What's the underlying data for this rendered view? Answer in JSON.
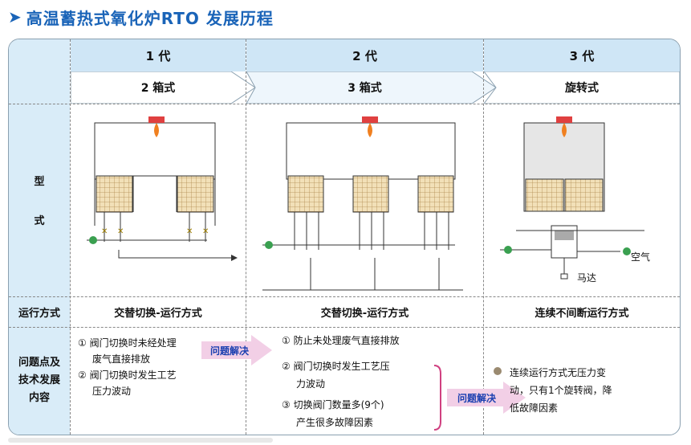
{
  "header": {
    "title": "高温蓄热式氧化炉RTO 发展历程"
  },
  "generations": [
    {
      "gen": "1 代",
      "type": "2 箱式",
      "operation": "交替切换-运行方式"
    },
    {
      "gen": "2 代",
      "type": "3 箱式",
      "operation": "交替切换-运行方式"
    },
    {
      "gen": "3 代",
      "type": "旋转式",
      "operation": "连续不间断运行方式"
    }
  ],
  "row_labels": {
    "type_1": "型",
    "type_2": "式",
    "operation": "运行方式",
    "problems_1": "问题点及",
    "problems_2": "技术发展",
    "problems_3": "内容"
  },
  "problems": {
    "gen1": [
      "① 阀门切换时未经处理",
      "废气直接排放",
      "② 阀门切换时发生工艺",
      "压力波动"
    ],
    "gen2": [
      "① 防止未处理废气直接排放",
      "② 阀门切换时发生工艺压",
      "力波动",
      "③ 切换阀门数量多(9个)",
      "产生很多故障因素"
    ],
    "gen3": [
      "连续运行方式无压力变",
      "动，只有1个旋转阀，降",
      "低故障因素"
    ],
    "fix_label": "问题解决"
  },
  "diagram_labels": {
    "air": "空气",
    "motor": "马达"
  }
}
